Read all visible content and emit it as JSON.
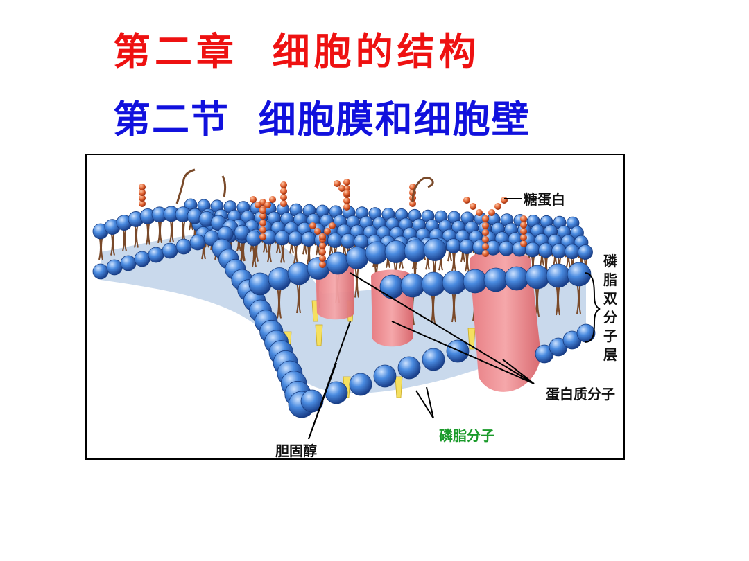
{
  "slide": {
    "chapter_title": "第二章  细胞的结构",
    "section_title": "第二节  细胞膜和细胞壁"
  },
  "diagram": {
    "labels": {
      "glycoprotein": "糖蛋白",
      "bilayer": [
        "磷",
        "脂",
        "双",
        "分",
        "子",
        "层"
      ],
      "protein": "蛋白质分子",
      "phospholipid": "磷脂分子",
      "cholesterol": "胆固醇"
    },
    "colors": {
      "head": "#3f7fd6",
      "head_dark": "#1f4f9f",
      "protein": "#f0969a",
      "sugar": "#e0602f",
      "tail": "#7a4a2a",
      "cholesterol": "#f5e060",
      "core": "#c9d9ec",
      "phospholipid_label": "#1a9a2a"
    }
  }
}
